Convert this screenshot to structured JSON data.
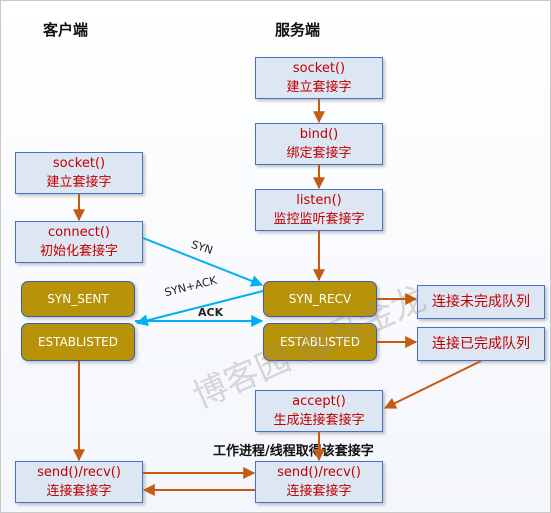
{
  "headers": {
    "client": "客户端",
    "server": "服务端"
  },
  "server": {
    "socket": {
      "fn": "socket()",
      "cn": "建立套接字"
    },
    "bind": {
      "fn": "bind()",
      "cn": "绑定套接字"
    },
    "listen": {
      "fn": "listen()",
      "cn": "监控监听套接字"
    },
    "syn_recv": "SYN_RECV",
    "established": "ESTABLISTED",
    "accept": {
      "fn": "accept()",
      "cn": "生成连接套接字"
    },
    "sendrecv": {
      "fn": "send()/recv()",
      "cn": "连接套接字"
    }
  },
  "client": {
    "socket": {
      "fn": "socket()",
      "cn": "建立套接字"
    },
    "connect": {
      "fn": "connect()",
      "cn": "初始化套接字"
    },
    "syn_sent": "SYN_SENT",
    "established": "ESTABLISTED",
    "sendrecv": {
      "fn": "send()/recv()",
      "cn": "连接套接字"
    }
  },
  "queues": {
    "incomplete": "连接未完成队列",
    "complete": "连接已完成队列"
  },
  "handshake": {
    "syn": "SYN",
    "syn_ack": "SYN+ACK",
    "ack": "ACK"
  },
  "note": "工作进程/线程取得该套接字",
  "watermark": "博客园-骏马金龙",
  "colors": {
    "box_fill": "#dde6f3",
    "box_border": "#4472c4",
    "text_red": "#c00000",
    "state_fill": "#b8930a",
    "arrow_orange": "#c55a11",
    "arrow_blue": "#00b0f0"
  }
}
